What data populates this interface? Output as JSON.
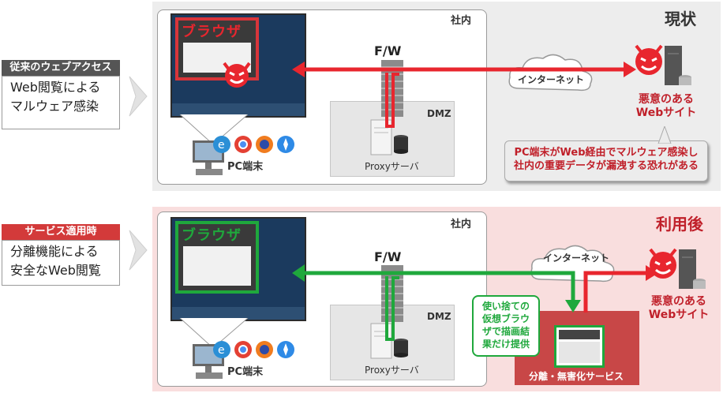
{
  "top": {
    "heading": "現状",
    "label_head": "従来のウェブアクセス",
    "label_body": [
      "Web閲覧による",
      "マルウェア感染"
    ],
    "office": "社内",
    "dmz": "DMZ",
    "firewall": "F/W",
    "proxy": "Proxyサーバ",
    "pc": "PC端末",
    "browser": "ブラウザ",
    "internet": "インターネット",
    "site": [
      "悪意のある",
      "Webサイト"
    ],
    "warning": [
      "PC端末がWeb経由でマルウェア感染し",
      "社内の重要データが漏洩する恐れがある"
    ]
  },
  "bottom": {
    "heading": "利用後",
    "label_head": "サービス適用時",
    "label_body": [
      "分離機能による",
      "安全なWeb閲覧"
    ],
    "office": "社内",
    "dmz": "DMZ",
    "firewall": "F/W",
    "proxy": "Proxyサーバ",
    "pc": "PC端末",
    "browser": "ブラウザ",
    "internet": "インターネット",
    "site": [
      "悪意のある",
      "Webサイト"
    ],
    "callout": [
      "使い捨ての",
      "仮想ブラウ",
      "ザで描画結",
      "果だけ提供"
    ],
    "service": "分離・無害化サービス"
  },
  "colors": {
    "danger": "#e8262e",
    "safe": "#1fa83c",
    "label_top": "#555555",
    "label_bottom": "#d33a3a",
    "service_box": "#c84747",
    "screen": "#1b3a5e"
  }
}
